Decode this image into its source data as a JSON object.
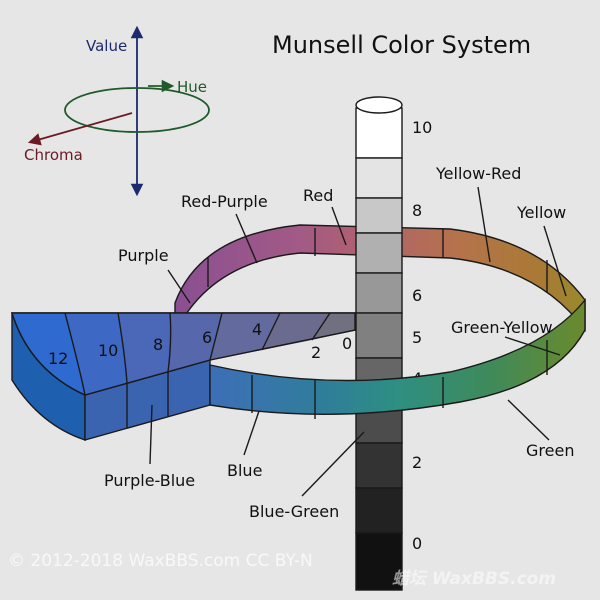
{
  "title": "Munsell Color System",
  "key": {
    "value": "Value",
    "hue": "Hue",
    "chroma": "Chroma",
    "colors": {
      "value": "#1c2a6e",
      "hue": "#1f5a2a",
      "chroma": "#6b1a24"
    }
  },
  "value_scale": [
    "10",
    "8",
    "6",
    "5",
    "4",
    "2",
    "0"
  ],
  "hues": [
    "Red",
    "Yellow-Red",
    "Yellow",
    "Green-Yellow",
    "Green",
    "Blue-Green",
    "Blue",
    "Purple-Blue",
    "Purple",
    "Red-Purple"
  ],
  "chroma_scale": [
    "12",
    "10",
    "8",
    "6",
    "4",
    "2",
    "0"
  ],
  "watermark": {
    "left": "© 2012-2018 WaxBBS.com CC BY-N",
    "right": "蜡坛 WaxBBS.com"
  }
}
